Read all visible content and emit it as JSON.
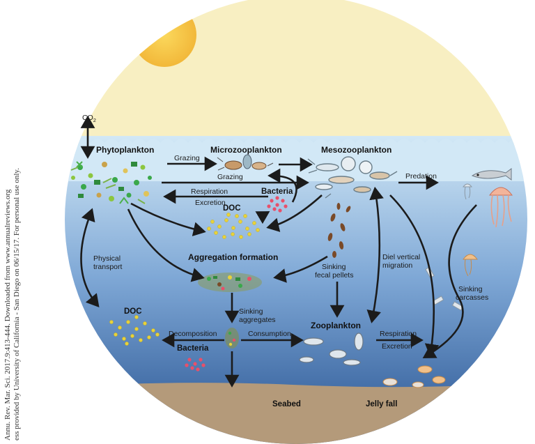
{
  "side_text": {
    "line1": "Annu. Rev. Mar. Sci. 2017.9:413-444. Downloaded from www.annualreviews.org",
    "line2": "ess provided by University of California - San Diego on 06/15/17. For personal use only."
  },
  "colors": {
    "sky": "#f8efc2",
    "sun": "#f7c848",
    "water_top": "#cfe5f5",
    "water_bottom": "#27549a",
    "seabed": "#b49a7a",
    "doc_dots": "#e8d23a",
    "bacteria": "#e8506a",
    "phyto_green": "#3aa84a"
  },
  "labels": {
    "co2_base": "CO",
    "co2_sub": "2",
    "phytoplankton": "Phytoplankton",
    "microzooplankton": "Microzooplankton",
    "mesozooplankton": "Mesozooplankton",
    "grazing_top": "Grazing",
    "grazing_mid": "Grazing",
    "respiration_top": "Respiration",
    "excretion_top": "Excretion",
    "bacteria_top": "Bacteria",
    "doc_top": "DOC",
    "predation": "Predation",
    "aggregation": "Aggregation formation",
    "physical_transport_1": "Physical",
    "physical_transport_2": "transport",
    "diel_1": "Diel vertical",
    "diel_2": "migration",
    "sinking_fecal_1": "Sinking",
    "sinking_fecal_2": "fecal pellets",
    "sinking_carcasses_1": "Sinking",
    "sinking_carcasses_2": "carcasses",
    "doc_bottom": "DOC",
    "sinking_agg_1": "Sinking",
    "sinking_agg_2": "aggregates",
    "zooplankton": "Zooplankton",
    "decomposition": "Decomposition",
    "consumption": "Consumption",
    "respiration_bottom": "Respiration",
    "excretion_bottom": "Excretion",
    "bacteria_bottom": "Bacteria",
    "seabed": "Seabed",
    "jelly_fall": "Jelly fall"
  }
}
